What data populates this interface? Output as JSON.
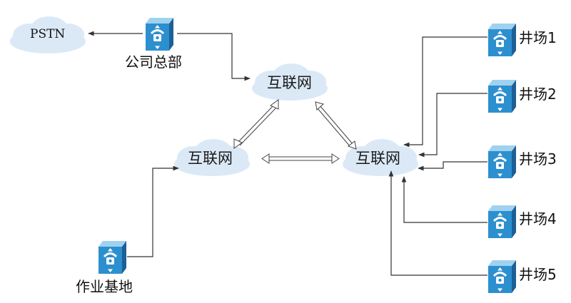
{
  "nodes": {
    "pstn": "PSTN",
    "hq": "公司总部",
    "internet_top": "互联网",
    "internet_left": "互联网",
    "internet_right": "互联网",
    "base": "作业基地",
    "well1": "井场1",
    "well2": "井场2",
    "well3": "井场3",
    "well4": "井场4",
    "well5": "井场5"
  },
  "colors": {
    "cloud_fill": "#dbe9f7",
    "cloud_edge": "#b8d0ea",
    "device_front": "#2c8fcf",
    "device_top": "#9fd2f0",
    "device_side": "#1d5f96",
    "line": "#333333"
  },
  "icons": {
    "device": "video-phone-icon",
    "network": "cloud-icon"
  }
}
